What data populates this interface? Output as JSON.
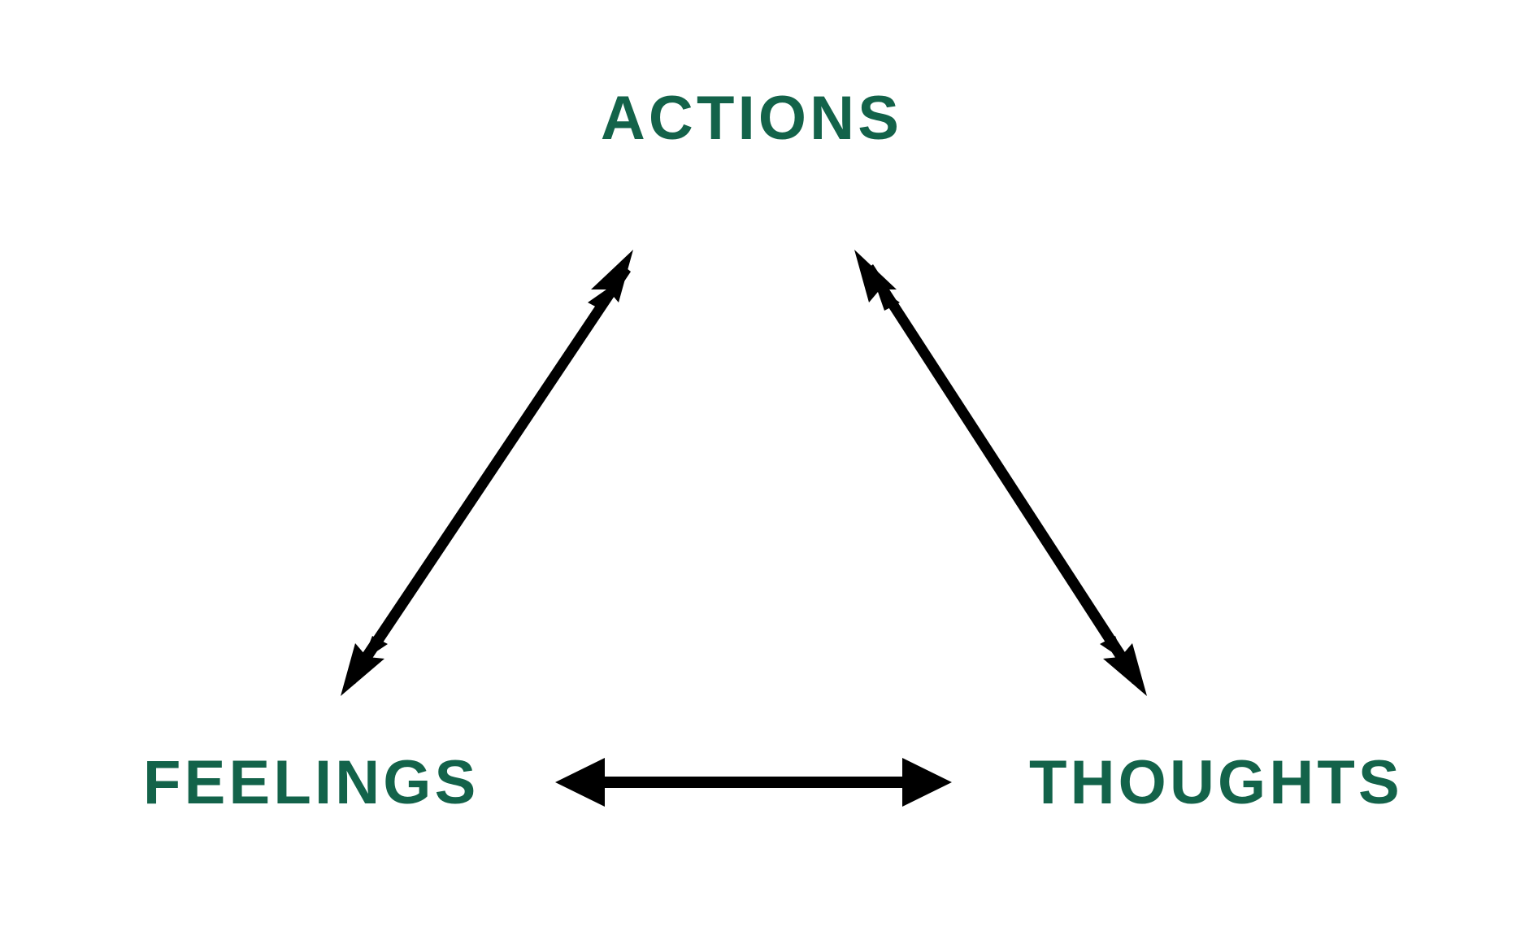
{
  "diagram": {
    "type": "cbt-cognitive-triangle",
    "title": "",
    "background_color": "#ffffff",
    "label_color": "#13634a",
    "arrow_color": "#000000",
    "nodes": [
      {
        "id": "actions",
        "label": "ACTIONS",
        "position": "top"
      },
      {
        "id": "feelings",
        "label": "FEELINGS",
        "position": "bottom-left"
      },
      {
        "id": "thoughts",
        "label": "THOUGHTS",
        "position": "bottom-right"
      }
    ],
    "connections": [
      {
        "id": "feelings-actions",
        "from": "FEELINGS",
        "to": "ACTIONS",
        "style": "double-headed",
        "orientation": "diagonal-left"
      },
      {
        "id": "actions-thoughts",
        "from": "ACTIONS",
        "to": "THOUGHTS",
        "style": "double-headed",
        "orientation": "diagonal-right"
      },
      {
        "id": "feelings-thoughts",
        "from": "FEELINGS",
        "to": "THOUGHTS",
        "style": "double-headed",
        "orientation": "horizontal"
      }
    ]
  }
}
